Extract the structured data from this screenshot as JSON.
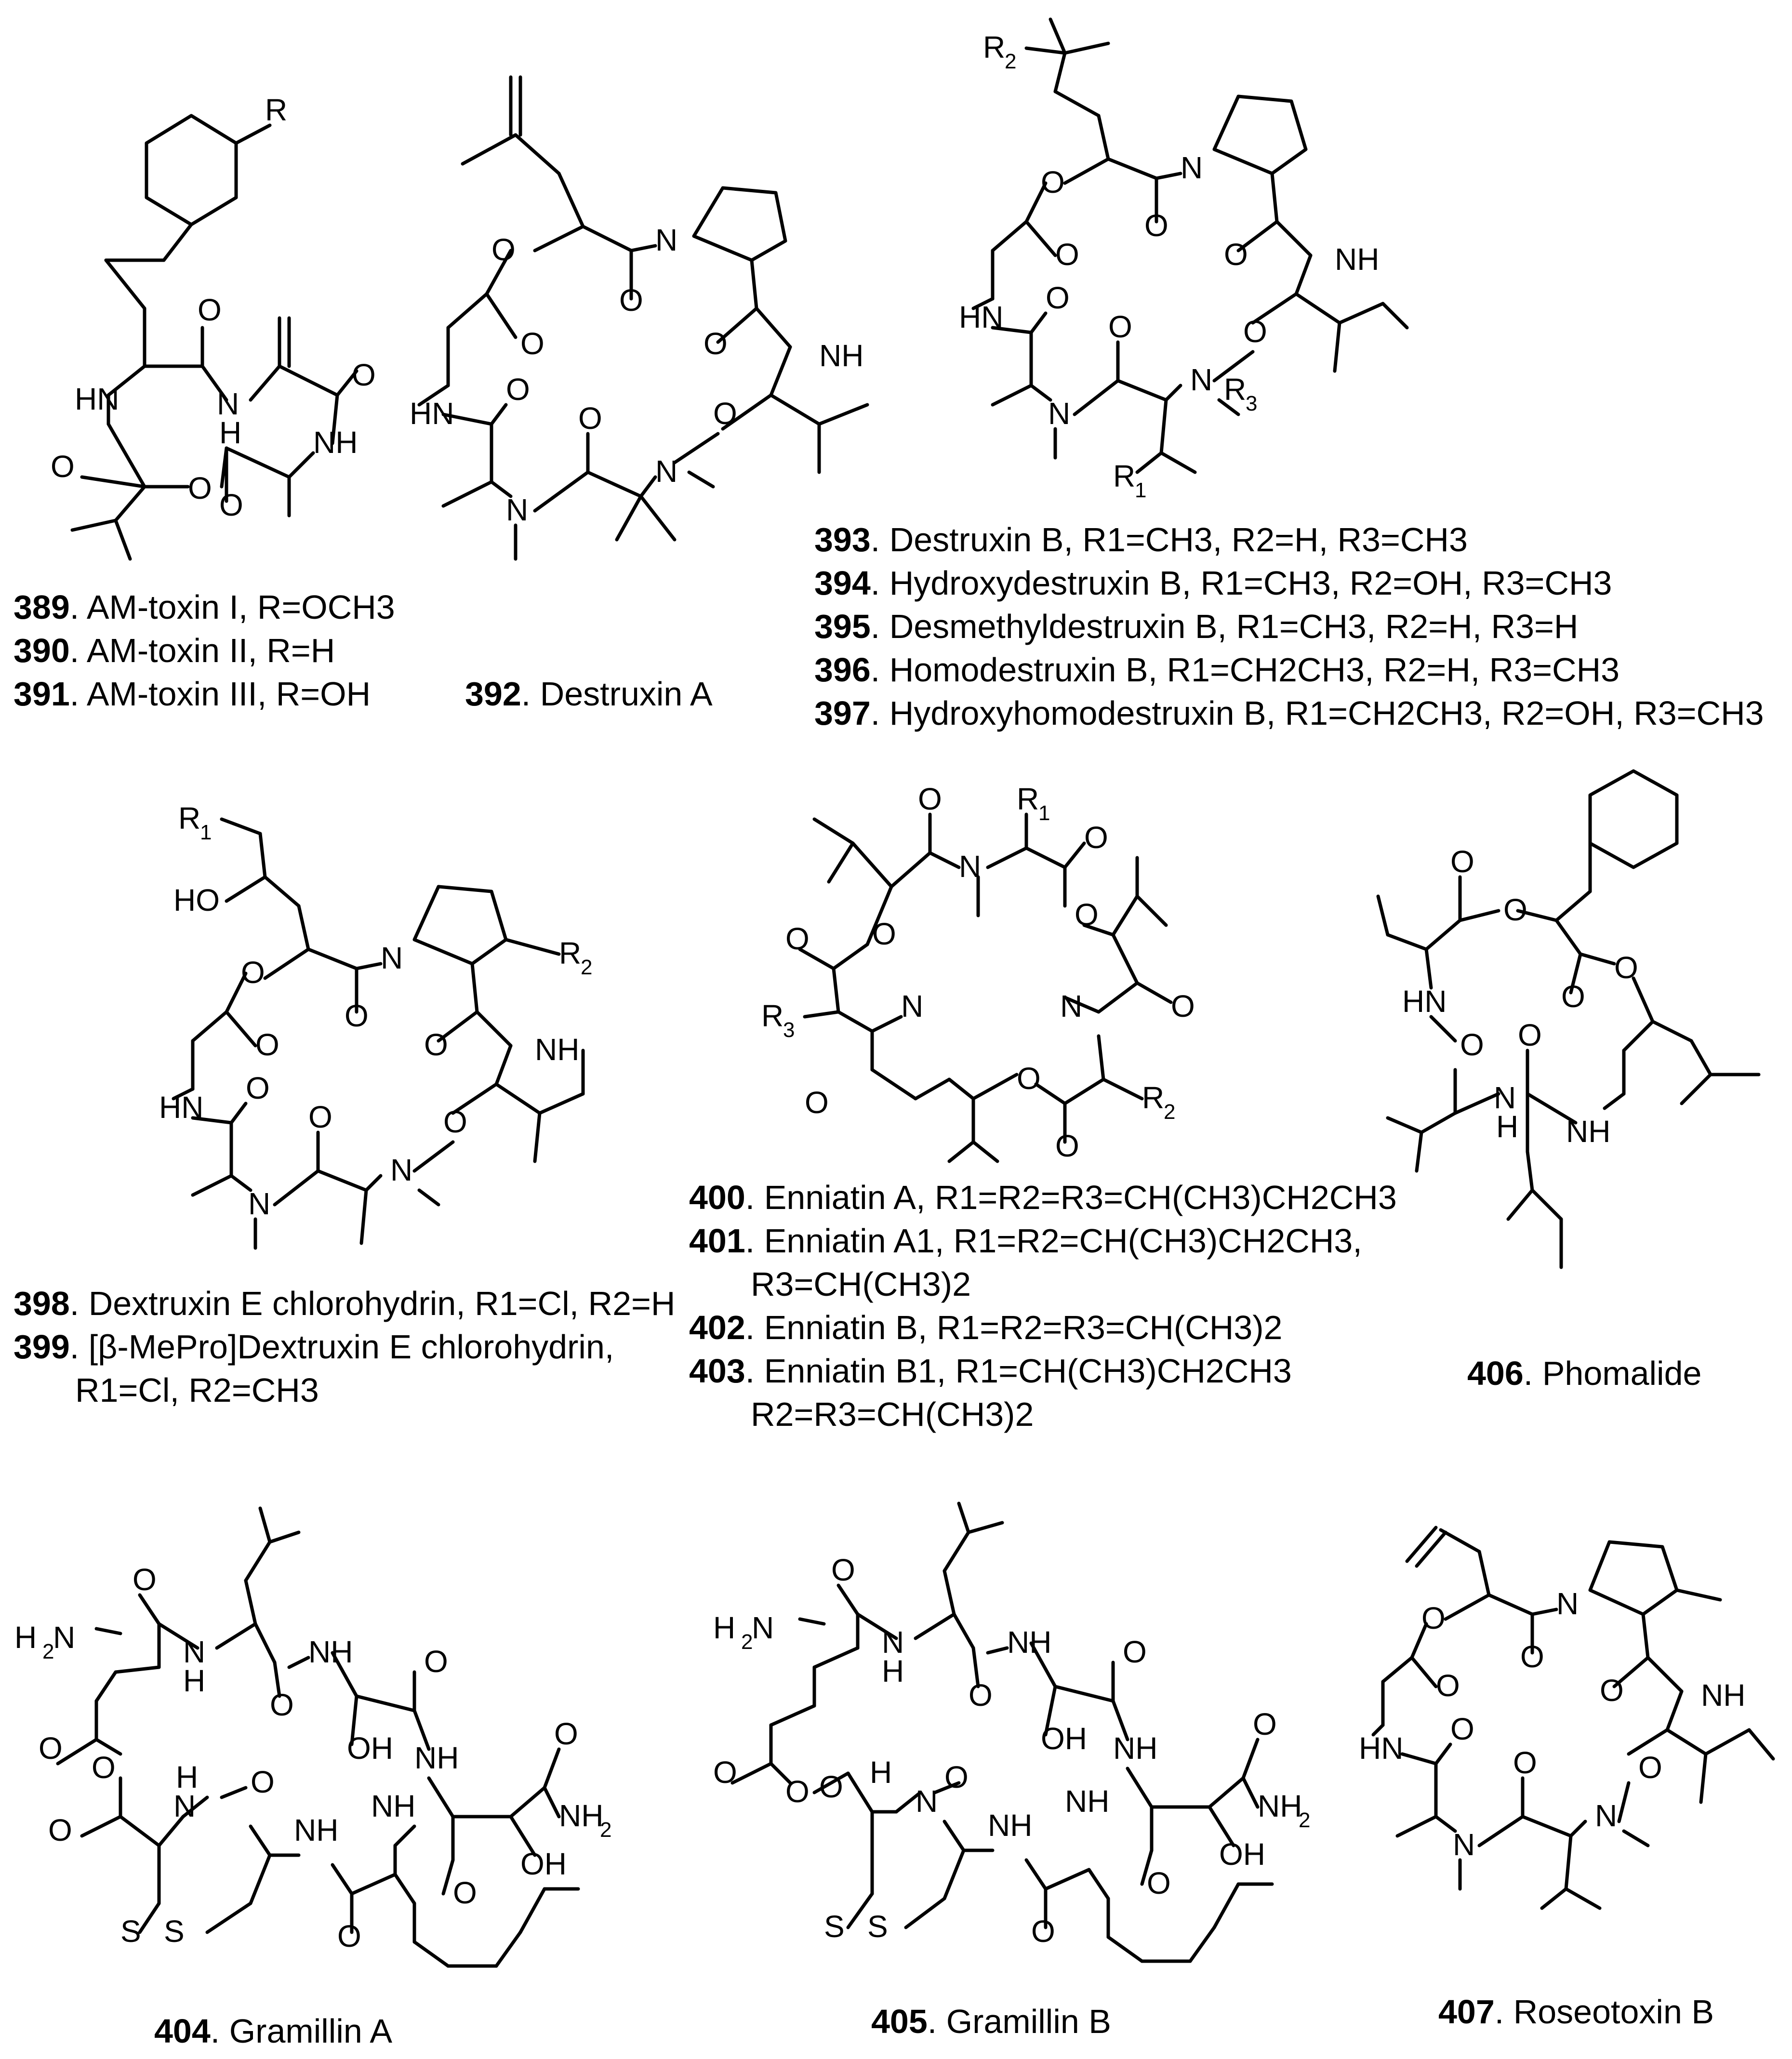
{
  "compounds": [
    {
      "number": "389",
      "name": "AM-toxin I",
      "r": "R=OCH3"
    },
    {
      "number": "390",
      "name": "AM-toxin II",
      "r": "R=H"
    },
    {
      "number": "391",
      "name": "AM-toxin III",
      "r": "R=OH"
    },
    {
      "number": "392",
      "name": "Destruxin A"
    },
    {
      "number": "393",
      "name": "Destruxin B",
      "r": "R1=CH3, R2=H, R3=CH3"
    },
    {
      "number": "394",
      "name": "Hydroxydestruxin B",
      "r": "R1=CH3, R2=OH, R3=CH3"
    },
    {
      "number": "395",
      "name": "Desmethyldestruxin B",
      "r": "R1=CH3, R2=H, R3=H"
    },
    {
      "number": "396",
      "name": "Homodestruxin B",
      "r": "R1=CH2CH3, R2=H, R3=CH3"
    },
    {
      "number": "397",
      "name": "Hydroxyhomodestruxin B",
      "r": "R1=CH2CH3, R2=OH, R3=CH3"
    },
    {
      "number": "398",
      "name": "Dextruxin E chlorohydrin",
      "r": "R1=Cl, R2=H"
    },
    {
      "number": "399",
      "name": "[β-MePro]Dextruxin E chlorohydrin,",
      "r": "R1=Cl, R2=CH3"
    },
    {
      "number": "400",
      "name": "Enniatin A",
      "r": "R1=R2=R3=CH(CH3)CH2CH3"
    },
    {
      "number": "401",
      "name": "Enniatin A1",
      "r": "R1=R2=CH(CH3)CH2CH3,",
      "r2": "R3=CH(CH3)2"
    },
    {
      "number": "402",
      "name": "Enniatin B",
      "r": "R1=R2=R3=CH(CH3)2"
    },
    {
      "number": "403",
      "name": "Enniatin B1",
      "r": "R1=CH(CH3)CH2CH3",
      "r2": "R2=R3=CH(CH3)2"
    },
    {
      "number": "404",
      "name": "Gramillin A"
    },
    {
      "number": "405",
      "name": "Gramillin B"
    },
    {
      "number": "406",
      "name": "Phomalide"
    },
    {
      "number": "407",
      "name": "Roseotoxin B"
    }
  ],
  "atoms": {
    "R": "R",
    "O": "O",
    "N": "N",
    "H": "H",
    "NH": "NH",
    "HN": "HN",
    "R1": "R",
    "R2": "R",
    "R3": "R",
    "s1": "1",
    "s2": "2",
    "s3": "3",
    "HO": "HO",
    "OH": "OH",
    "H2N": "H",
    "NH2": "NH",
    "S": "S"
  }
}
